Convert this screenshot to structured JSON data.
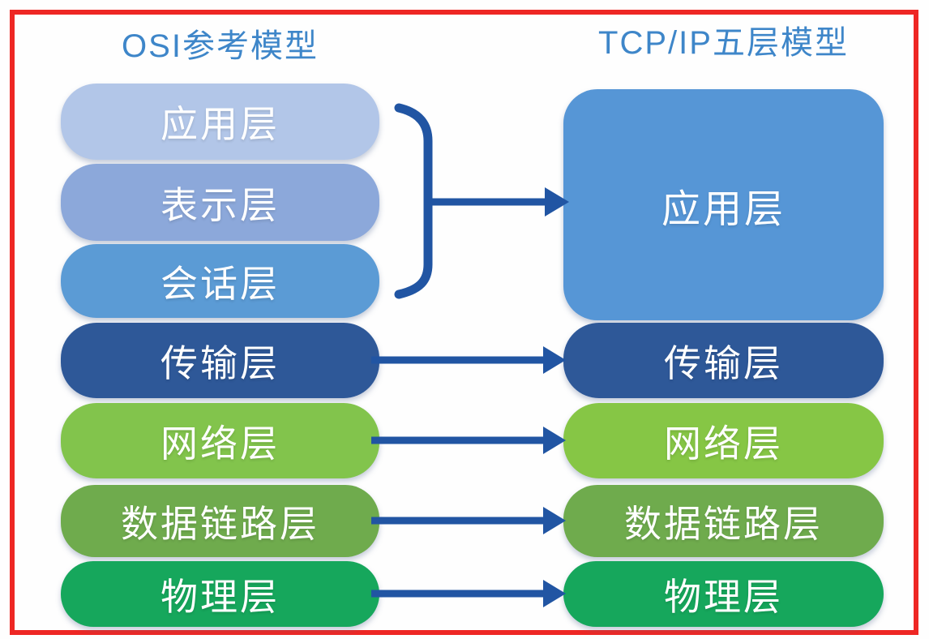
{
  "colors": {
    "border": "#ee2724",
    "connector": "#2155a3",
    "title": "#3e86c9",
    "box_text": "#ffffff",
    "background": "#fefefe"
  },
  "left_panel": {
    "title": "OSI参考模型",
    "layers": [
      {
        "label": "应用层",
        "bg": "#b2c6e8"
      },
      {
        "label": "表示层",
        "bg": "#8ca8da"
      },
      {
        "label": "会话层",
        "bg": "#5b9bd5"
      },
      {
        "label": "传输层",
        "bg": "#2e5898"
      },
      {
        "label": "网络层",
        "bg": "#82c44c"
      },
      {
        "label": "数据链路层",
        "bg": "#6fab4d"
      },
      {
        "label": "物理层",
        "bg": "#16a75c"
      }
    ]
  },
  "right_panel": {
    "title": "TCP/IP五层模型",
    "layers": [
      {
        "label": "应用层",
        "bg": "#5696d6"
      },
      {
        "label": "传输层",
        "bg": "#2e5898"
      },
      {
        "label": "网络层",
        "bg": "#86c645"
      },
      {
        "label": "数据链路层",
        "bg": "#6fab4d"
      },
      {
        "label": "物理层",
        "bg": "#16a75c"
      }
    ]
  },
  "connectors": [
    {
      "type": "brace-merge-arrow",
      "from": [
        "应用层",
        "表示层",
        "会话层"
      ],
      "to": "应用层"
    },
    {
      "type": "arrow",
      "from": "传输层",
      "to": "传输层"
    },
    {
      "type": "arrow",
      "from": "网络层",
      "to": "网络层"
    },
    {
      "type": "arrow",
      "from": "数据链路层",
      "to": "数据链路层"
    },
    {
      "type": "arrow",
      "from": "物理层",
      "to": "物理层"
    }
  ]
}
